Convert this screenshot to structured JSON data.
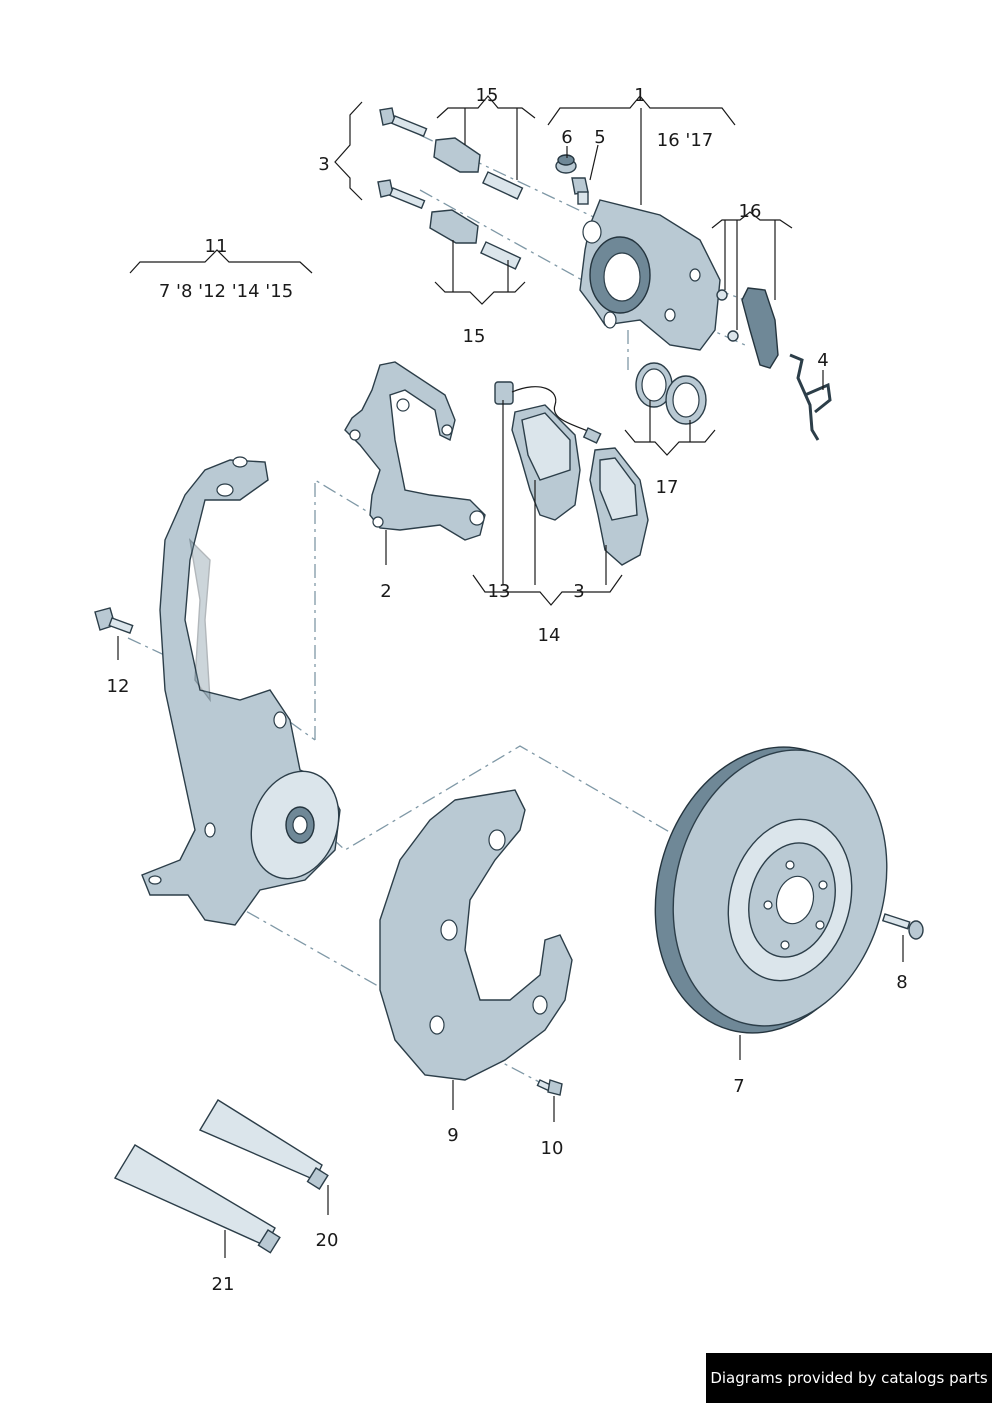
{
  "labels": {
    "l1": "1",
    "l16_17": "16 '17",
    "l15_top": "15",
    "l6": "6",
    "l5": "5",
    "l3_top": "3",
    "l16": "16",
    "l11": "11",
    "l11_sub": "7 '8 '12 '14 '15",
    "l15_bottom": "15",
    "l4": "4",
    "l17": "17",
    "l2": "2",
    "l13": "13",
    "l3_bottom": "3",
    "l14": "14",
    "l12": "12",
    "l8": "8",
    "l7": "7",
    "l9": "9",
    "l10": "10",
    "l20": "20",
    "l21": "21"
  },
  "footer": "Diagrams provided by catalogs parts",
  "colors": {
    "part_fill": "#b9c9d3",
    "part_dark": "#6f8897",
    "outline": "#2c3e49",
    "centerline": "#7f98a6"
  }
}
